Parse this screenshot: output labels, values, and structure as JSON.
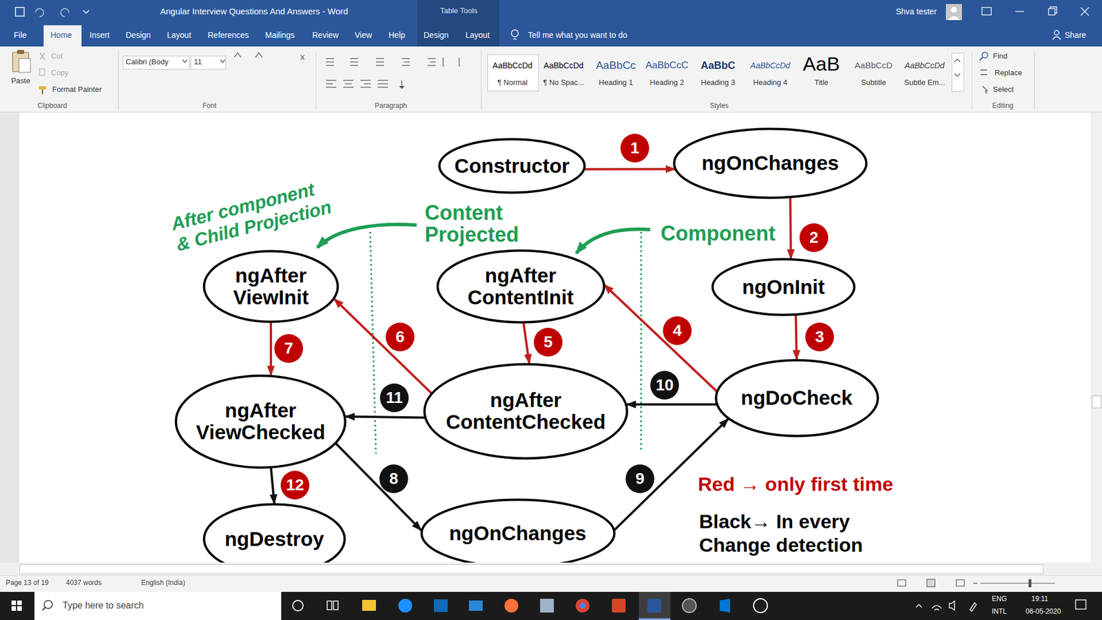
{
  "diagram": {
    "nodes": [
      {
        "text": [
          "Constructor"
        ]
      },
      {
        "text": [
          "ngOnChanges"
        ]
      },
      {
        "text": [
          "ngAfter ViewInit"
        ]
      },
      {
        "text": [
          "ngAfter ContentInit"
        ]
      },
      {
        "text": [
          "ngOnInit"
        ]
      },
      {
        "text": [
          "ngAfter ViewChecked"
        ]
      },
      {
        "text": [
          "ngAfter ContentChecked"
        ]
      },
      {
        "text": [
          "ngDoCheck"
        ]
      },
      {
        "text": [
          "ngDestroy"
        ]
      },
      {
        "text": [
          "ngOnChanges"
        ]
      }
    ],
    "edges": [
      {
        "from": 0,
        "to": 1,
        "arrow": "to",
        "label": "1"
      },
      {
        "from": 1,
        "to": 4,
        "arrow": "to",
        "label": "2"
      },
      {
        "from": 4,
        "to": 7,
        "arrow": "to",
        "label": "3"
      },
      {
        "from": 7,
        "to": 3,
        "arrow": "to",
        "label": "4"
      },
      {
        "from": 3,
        "to": 6,
        "arrow": "to",
        "label": "5"
      },
      {
        "from": 6,
        "to": 2,
        "arrow": "to",
        "label": "6"
      },
      {
        "from": 2,
        "to": 5,
        "arrow": "to",
        "label": "7"
      },
      {
        "from": 5,
        "to": 9,
        "arrow": "to",
        "label": "8"
      },
      {
        "from": 9,
        "to": 7,
        "arrow": "to",
        "label": "9"
      },
      {
        "from": 7,
        "to": 6,
        "arrow": "to",
        "label": "10"
      },
      {
        "from": 6,
        "to": 5,
        "arrow": "to",
        "label": "11"
      },
      {
        "from": 5,
        "to": 8,
        "arrow": "to",
        "label": "12"
      }
    ],
    "labels": [
      "Angular Interview Questions And Answers - Word",
      "Table Tools",
      "Shva tester",
      "File",
      "Home",
      "Insert",
      "Design",
      "Layout",
      "References",
      "Mailings",
      "Review",
      "View",
      "Help",
      "Design",
      "Layout",
      "Tell me what you want to do",
      "Share",
      "Paste",
      "Cut",
      "Copy",
      "Format Painter",
      "Clipboard",
      "Calibri (Body",
      "11",
      "Font",
      "Paragraph",
      "AaBbCcDd",
      "¶ Normal",
      "AaBbCcDd",
      "¶ No Spac...",
      "AaBbCc",
      "Heading 1",
      "AaBbCcC",
      "Heading 2",
      "AaBbC",
      "Heading 3",
      "AaBbCcDd",
      "Heading 4",
      "AaB",
      "Title",
      "AaBbCcD",
      "Subtitle",
      "AaBbCcDd",
      "Subtle Em...",
      "Styles",
      "Find",
      "Replace",
      "Select",
      "Editing",
      "Page 13 of 19",
      "4037 words",
      "English (India)",
      "Type here to search",
      "ENG",
      "INTL",
      "19:11",
      "06-05-2020",
      "After component & Child Projection",
      "Content Projected",
      "Component",
      "Red → only first time",
      "Black→ In every Change detection"
    ]
  }
}
